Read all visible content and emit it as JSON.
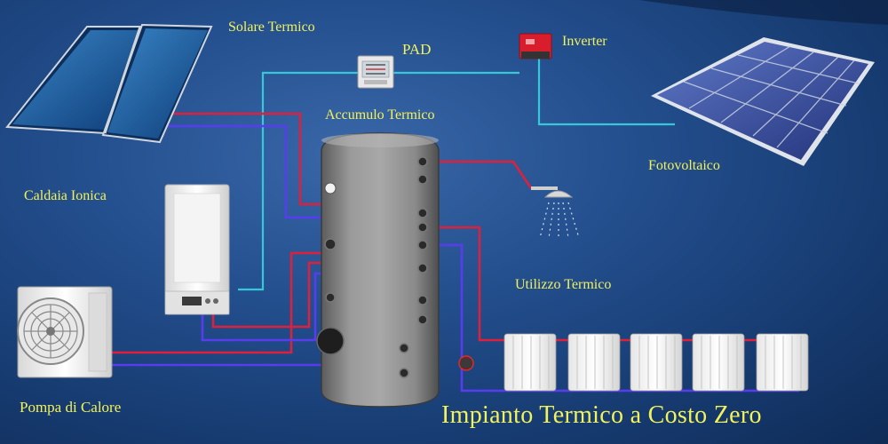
{
  "labels": {
    "solare": "Solare Termico",
    "pad": "PAD",
    "inverter": "Inverter",
    "accumulo": "Accumulo Termico",
    "caldaia": "Caldaia Ionica",
    "fotovoltaico": "Fotovoltaico",
    "utilizzo": "Utilizzo Termico",
    "pompa": "Pompa di Calore",
    "title": "Impianto Termico a Costo Zero"
  },
  "colors": {
    "hot_pipe": "#e0203a",
    "cold_pipe": "#5a3cf0",
    "signal_wire": "#36c8d8",
    "label_text": "#f2f25a"
  }
}
